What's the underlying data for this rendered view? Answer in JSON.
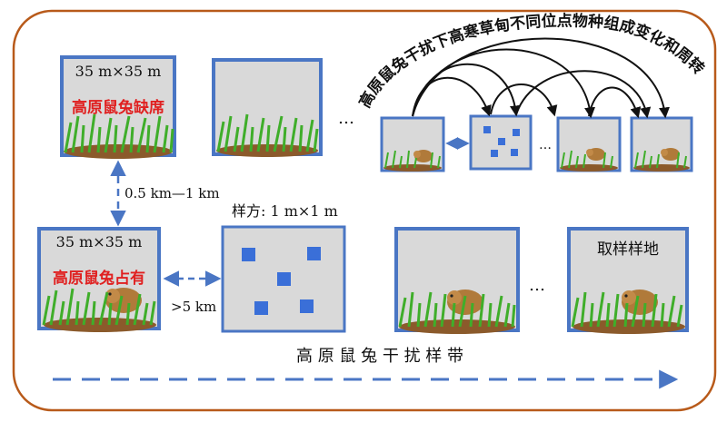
{
  "frame_color": "#b85a1a",
  "box_color": "#4a76c4",
  "panel_fill": "#d9d9d9",
  "plot_size_label": "35 m×35 m",
  "absent_label": "高原鼠兔缺席",
  "present_label": "高原鼠兔占有",
  "distance_label": "0.5 km—1 km",
  "far_distance_label": ">5 km",
  "quadrat_label": "样方: 1 m×1 m",
  "sampling_site_label": "取样样地",
  "transect_label": "高 原 鼠 兔 干 扰 样 带",
  "arc_title": "高原鼠兔干扰下高寒草甸不同位点物种组成变化和周转",
  "ellipsis": "…",
  "icons": [
    "pika-icon",
    "grass-icon",
    "soil-mound-icon",
    "quadrat-square-icon"
  ]
}
